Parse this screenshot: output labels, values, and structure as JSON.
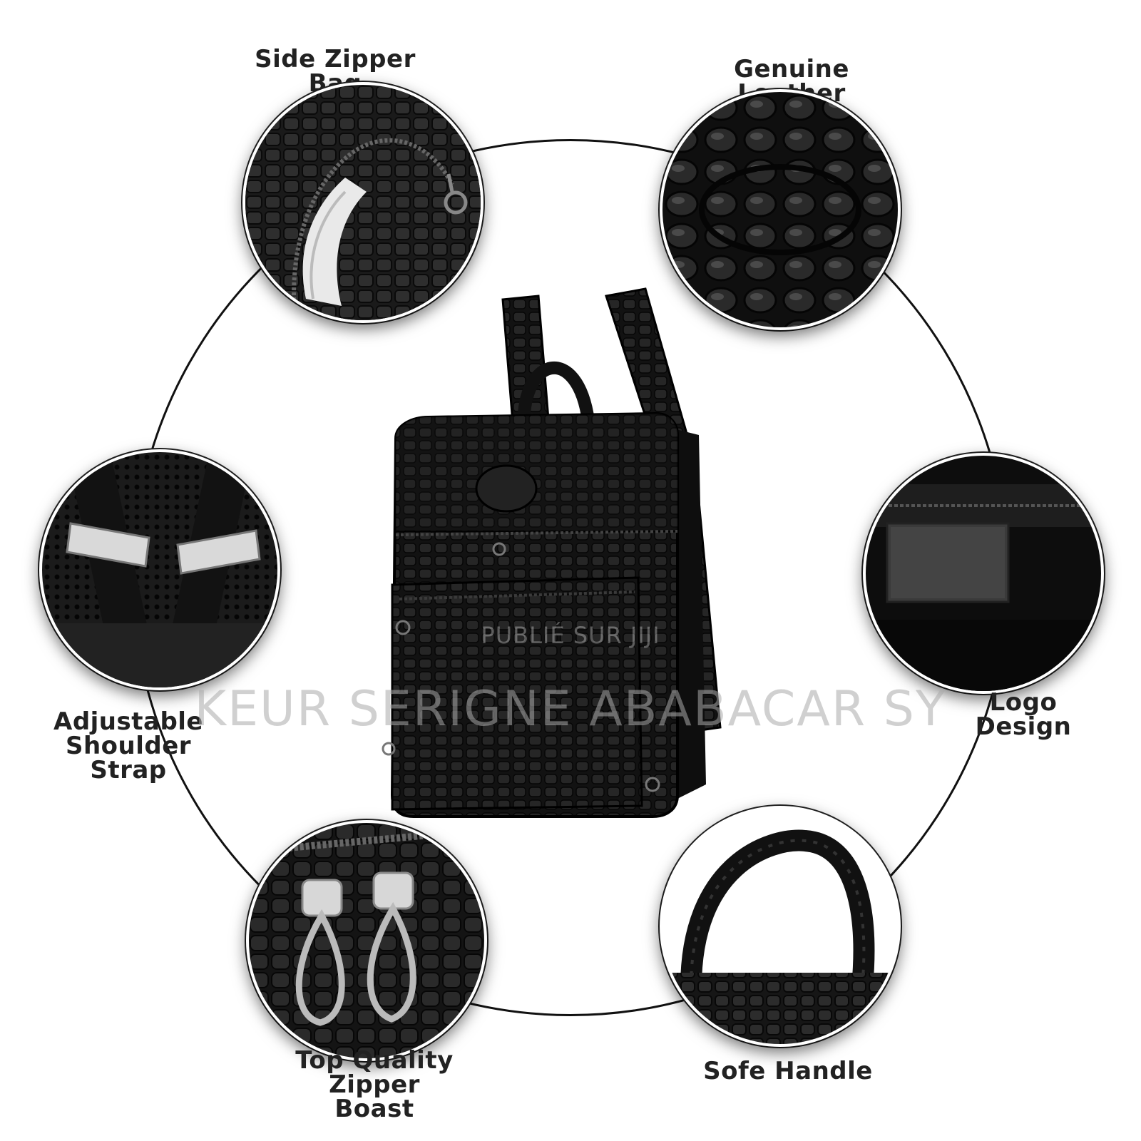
{
  "features": {
    "side_zipper_bag": "Side Zipper Bag",
    "genuine_leather": "Genuine Leather",
    "adjustable_strap_line1": "Adjustable",
    "adjustable_strap_line2": "Shoulder Strap",
    "logo_design_line1": "Logo",
    "logo_design_line2": "Design",
    "top_quality_line1": "Top Quality",
    "top_quality_line2": "Zipper Boast",
    "sofe_handle": "Sofe Handle"
  },
  "watermarks": {
    "small": "PUBLIÉ SUR JIJI",
    "large": "KEUR SERIGNE ABABACAR SY"
  },
  "colors": {
    "leather": "#141414",
    "ring": "#111111",
    "text": "#222222"
  }
}
